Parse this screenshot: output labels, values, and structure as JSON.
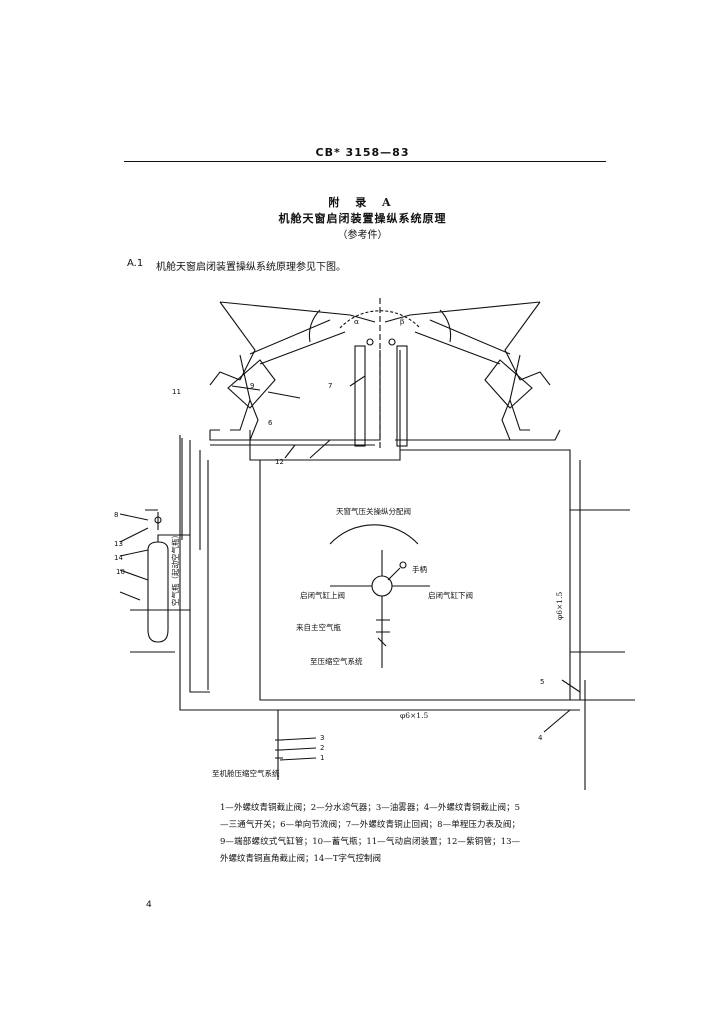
{
  "header": {
    "standard_code": "CB* 3158—83"
  },
  "appendix": {
    "label": "附 录 A",
    "title": "机舱天窗启闭装置操纵系统原理",
    "subtitle": "（参考件）"
  },
  "clause": {
    "number": "A.1",
    "text": "机舱天窗启闭装置操纵系统原理参见下图。"
  },
  "diagram": {
    "part_numbers": [
      "1",
      "2",
      "3",
      "4",
      "5",
      "6",
      "7",
      "8",
      "9",
      "10",
      "11",
      "12",
      "13",
      "14"
    ],
    "pipe_spec": "φ6×1.5",
    "labels": {
      "panel": "天窗气压关操纵分配阀",
      "handle": "手柄",
      "open_valve": "启闭气缸上阀",
      "close_valve": "启闭气缸下阀",
      "to_supply": "来自主空气瓶",
      "to_air_system": "至压缩空气系统",
      "bottle": "空气瓶（起动空气瓶）",
      "bottom": "至机舱压缩空气系统",
      "angle_left": "α",
      "angle_right": "β",
      "right_vert": "φ6×1.5"
    }
  },
  "caption": {
    "text": "1—外螺纹青铜截止阀；2—分水滤气器；3—油雾器；4—外螺纹青铜截止阀；5—三通气开关；6—单向节流阀；7—外螺纹青铜止回阀；8—单程压力表及阀；9—端部螺纹式气缸管；10—蓄气瓶；11—气动启闭装置；12—紫铜管；13—外螺纹青铜直角截止阀；14—T字气控制阀"
  },
  "page": {
    "number": "4"
  }
}
